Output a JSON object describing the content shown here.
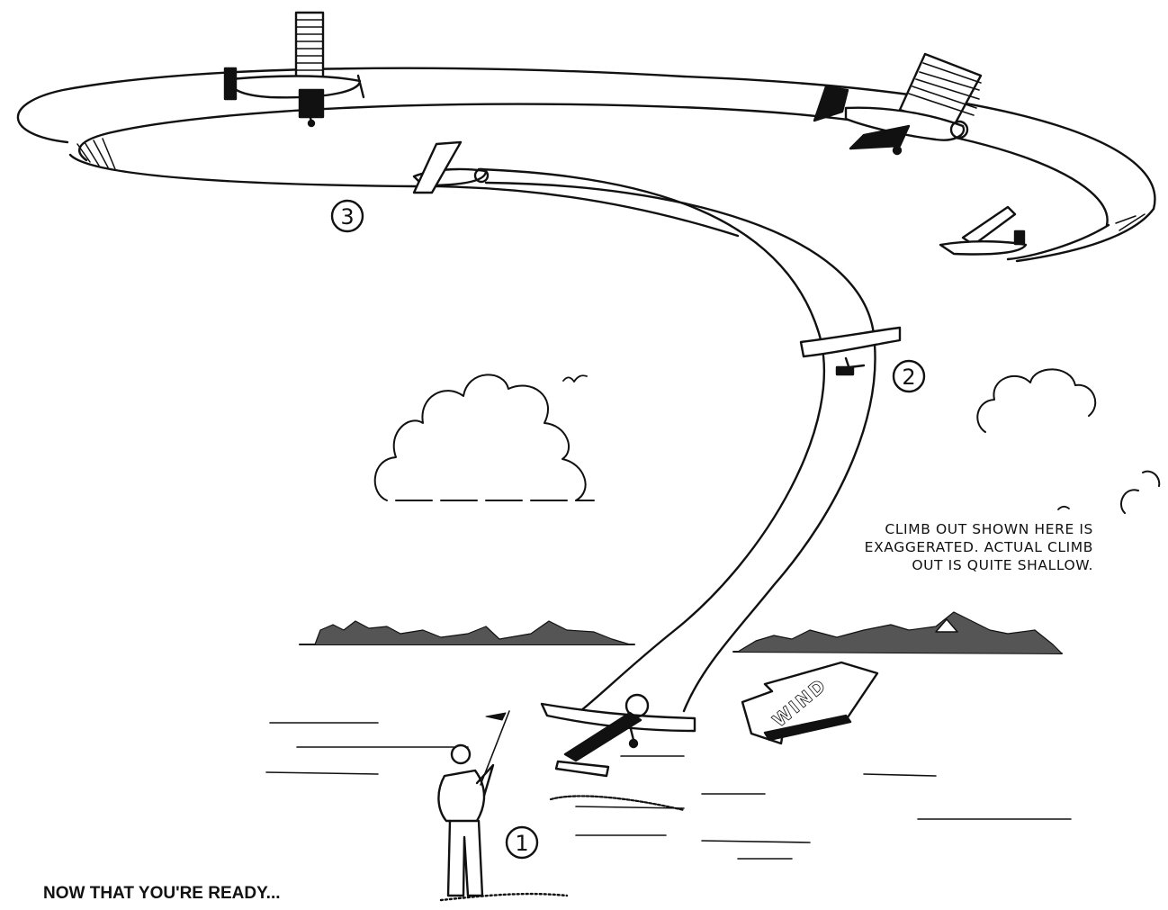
{
  "markers": {
    "step1": "1",
    "step2": "2",
    "step3": "3"
  },
  "wind_label": "WIND",
  "note": {
    "line1": "CLIMB OUT SHOWN HERE IS",
    "line2": "EXAGGERATED. ACTUAL CLIMB",
    "line3": "OUT IS QUITE SHALLOW."
  },
  "headline": "NOW THAT YOU'RE READY..."
}
